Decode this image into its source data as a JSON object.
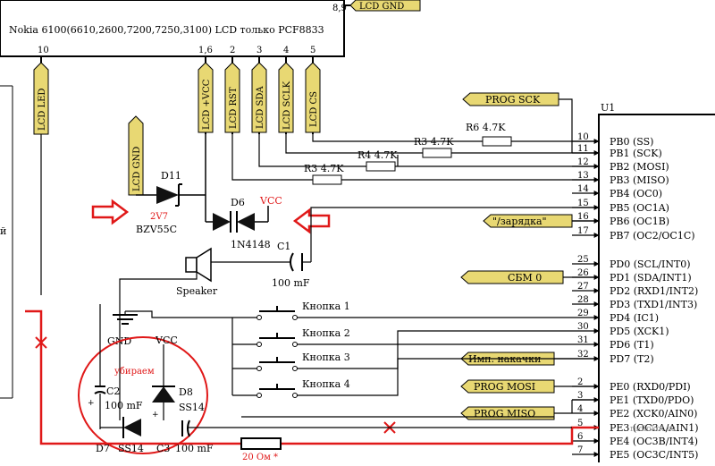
{
  "lcd": {
    "title": "Nokia 6100(6610,2600,7200,7250,3100) LCD только PCF8833",
    "gnd_pin_num": "8,9",
    "gnd_label": "LCD GND",
    "pins": [
      {
        "num": "10",
        "label": "LCD LED"
      },
      {
        "num": "1,6",
        "label": "LCD +VCC"
      },
      {
        "num": "2",
        "label": "LCD RST"
      },
      {
        "num": "3",
        "label": "LCD SDA"
      },
      {
        "num": "4",
        "label": "LCD SCLK"
      },
      {
        "num": "5",
        "label": "LCD CS"
      }
    ]
  },
  "left_panel_glyph": "й",
  "u1": {
    "name": "U1",
    "pins": [
      {
        "num": "10",
        "label": "PB0 (SS)"
      },
      {
        "num": "11",
        "label": "PB1 (SCK)"
      },
      {
        "num": "12",
        "label": "PB2 (MOSI)"
      },
      {
        "num": "13",
        "label": "PB3 (MISO)"
      },
      {
        "num": "14",
        "label": "PB4 (OC0)"
      },
      {
        "num": "15",
        "label": "PB5 (OC1A)"
      },
      {
        "num": "16",
        "label": "PB6 (OC1B)"
      },
      {
        "num": "17",
        "label": "PB7 (OC2/OC1C)"
      },
      {
        "num": "25",
        "label": "PD0 (SCL/INT0)"
      },
      {
        "num": "26",
        "label": "PD1 (SDA/INT1)"
      },
      {
        "num": "27",
        "label": "PD2 (RXD1/INT2)"
      },
      {
        "num": "28",
        "label": "PD3 (TXD1/INT3)"
      },
      {
        "num": "29",
        "label": "PD4 (IC1)"
      },
      {
        "num": "30",
        "label": "PD5 (XCK1)"
      },
      {
        "num": "31",
        "label": "PD6 (T1)"
      },
      {
        "num": "32",
        "label": "PD7 (T2)"
      },
      {
        "num": "2",
        "label": "PE0 (RXD0/PDI)"
      },
      {
        "num": "3",
        "label": "PE1 (TXD0/PDO)"
      },
      {
        "num": "4",
        "label": "PE2 (XCK0/AIN0)"
      },
      {
        "num": "5",
        "label": "PE3 (OC3A/AIN1)"
      },
      {
        "num": "6",
        "label": "PE4 (OC3B/INT4)"
      },
      {
        "num": "7",
        "label": "PE5 (OC3C/INT5)"
      }
    ]
  },
  "watermark": "radiokot.ru",
  "net_labels": [
    {
      "name": "prog-sck",
      "text": "PROG SCK"
    },
    {
      "name": "charging",
      "text": "\"/зарядка\""
    },
    {
      "name": "sbm",
      "text": "СБМ 0"
    },
    {
      "name": "pump",
      "text": "Имп. накачки"
    },
    {
      "name": "prog-mosi",
      "text": "PROG MOSI"
    },
    {
      "name": "prog-miso",
      "text": "PROG MISO"
    }
  ],
  "resistors": {
    "r6": "R6 4.7K",
    "r3a": "R3 4.7K",
    "r4": "R4 4.7K",
    "r3b": "R3 4.7K",
    "r20": "20 Ом *"
  },
  "d11": {
    "ref": "D11",
    "value": "2V7",
    "part": "BZV55C"
  },
  "d6": {
    "ref": "D6",
    "part": "1N4148"
  },
  "vcc_labels": [
    "VCC",
    "VCC"
  ],
  "c1": {
    "ref": "C1",
    "value": "100 mF"
  },
  "speaker": "Speaker",
  "gnd": "GND",
  "buttons": [
    "Кнопка 1",
    "Кнопка 2",
    "Кнопка 3",
    "Кнопка 4"
  ],
  "removed_note": "убираем",
  "c2": {
    "ref": "C2",
    "value": "100 mF"
  },
  "d8": {
    "ref": "D8",
    "part": "SS14"
  },
  "d7": {
    "ref": "D7",
    "part": "SS14"
  },
  "c3": {
    "ref": "C3",
    "value": "100 mF"
  },
  "colors": {
    "net_label": "#e8d873",
    "annot": "#e01818",
    "wire": "#000000"
  }
}
